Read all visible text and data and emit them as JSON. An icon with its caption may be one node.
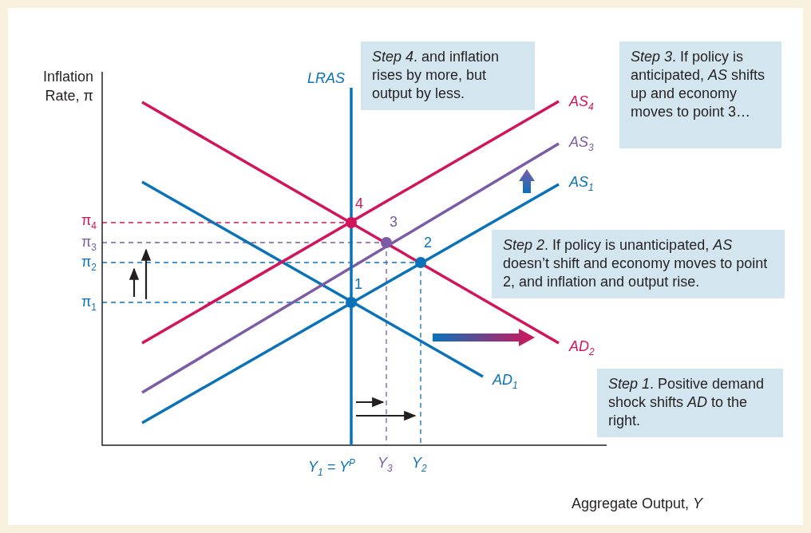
{
  "diagram": {
    "nodes": [
      {
        "text": [
          "*Step 4*. and inflation rises by more, but output by less."
        ]
      },
      {
        "text": [
          "*Step 3*. If policy is anticipated, *AS* shifts up and economy moves to point 3…"
        ]
      },
      {
        "text": [
          "*Step 2*. If policy is unanticipated, *AS* doesn’t shift and economy moves to point 2, and inflation and output rise."
        ]
      },
      {
        "text": [
          "*Step 1*. Positive demand shock shifts *AD* to the right."
        ]
      }
    ],
    "labels": [
      "Inflation Rate, π",
      "LRAS",
      "AS$_{4}$",
      "AS$_{3}$",
      "4",
      "AS$_{1}$",
      "π$_{4}$",
      "3",
      "π$_{3}$",
      "2",
      "π$_{2}$",
      "1",
      "π$_{1}$",
      "AD$_{2}$",
      "AD$_{1}$",
      "Y$_{1}$ = Y$^{P}$",
      "Y$_{3}$",
      "Y$_{2}$",
      "Aggregate Output, *Y*"
    ]
  }
}
